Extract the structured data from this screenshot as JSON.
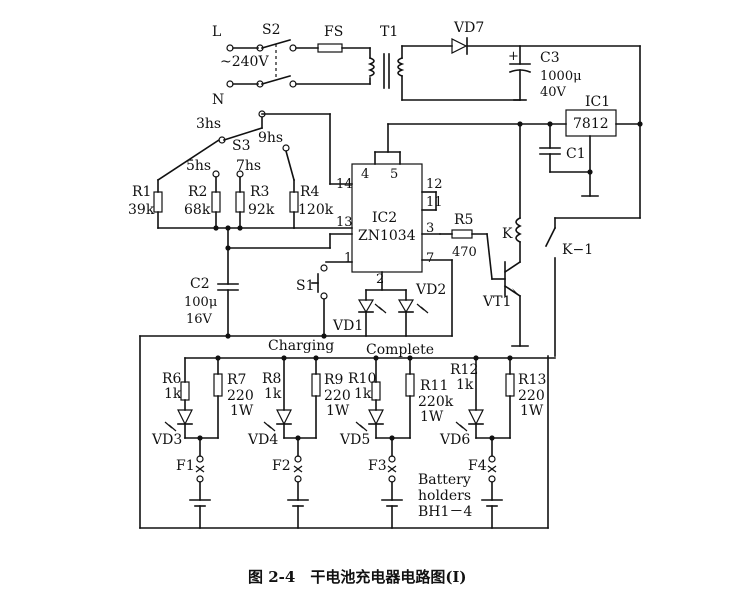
{
  "labels": {
    "L": "L",
    "N": "N",
    "S2": "S2",
    "FS": "FS",
    "T1": "T1",
    "VD7": "VD7",
    "mains": "~240V",
    "C3": "C3",
    "C3_plus": "+",
    "C3_val": "1000μ",
    "C3_v": "40V",
    "IC1": "IC1",
    "IC1_type": "7812",
    "C1": "C1",
    "hs3": "3hs",
    "S3": "S3",
    "hs9": "9hs",
    "hs5": "5hs",
    "hs7": "7hs",
    "R1": "R1",
    "R1_val": "39k",
    "R2": "R2",
    "R2_val": "68k",
    "R3": "R3",
    "R3_val": "92k",
    "R4": "R4",
    "R4_val": "120k",
    "IC2": "IC2",
    "IC2_type": "ZN1034",
    "p14": "14",
    "p4": "4",
    "p5": "5",
    "p12": "12",
    "p11": "11",
    "p13": "13",
    "p3": "3",
    "p1": "1",
    "p2": "2",
    "p7": "7",
    "R5": "R5",
    "R5_val": "470",
    "K": "K",
    "K1": "K−1",
    "VT1": "VT1",
    "C2": "C2",
    "C2_val": "100μ",
    "C2_v": "16V",
    "S1": "S1",
    "VD1": "VD1",
    "VD2": "VD2",
    "charging": "Charging",
    "complete": "Complete",
    "R6": "R6",
    "R6_val": "1k",
    "R7": "R7",
    "R7_val": "220",
    "R7_w": "1W",
    "R8": "R8",
    "R8_val": "1k",
    "R9": "R9",
    "R9_val": "220",
    "R9_w": "1W",
    "R10": "R10",
    "R10_val": "1k",
    "R11": "R11",
    "R11_val": "220k",
    "R11_w": "1W",
    "R12": "R12",
    "R12_val": "1k",
    "R13": "R13",
    "R13_val": "220",
    "R13_w": "1W",
    "VD3": "VD3",
    "VD4": "VD4",
    "VD5": "VD5",
    "VD6": "VD6",
    "F1": "F1",
    "F2": "F2",
    "F3": "F3",
    "F4": "F4",
    "battery1": "Battery",
    "battery2": "holders",
    "battery3": "BH1－4",
    "caption": "图 2-4　干电池充电器电路图(Ⅰ)"
  }
}
